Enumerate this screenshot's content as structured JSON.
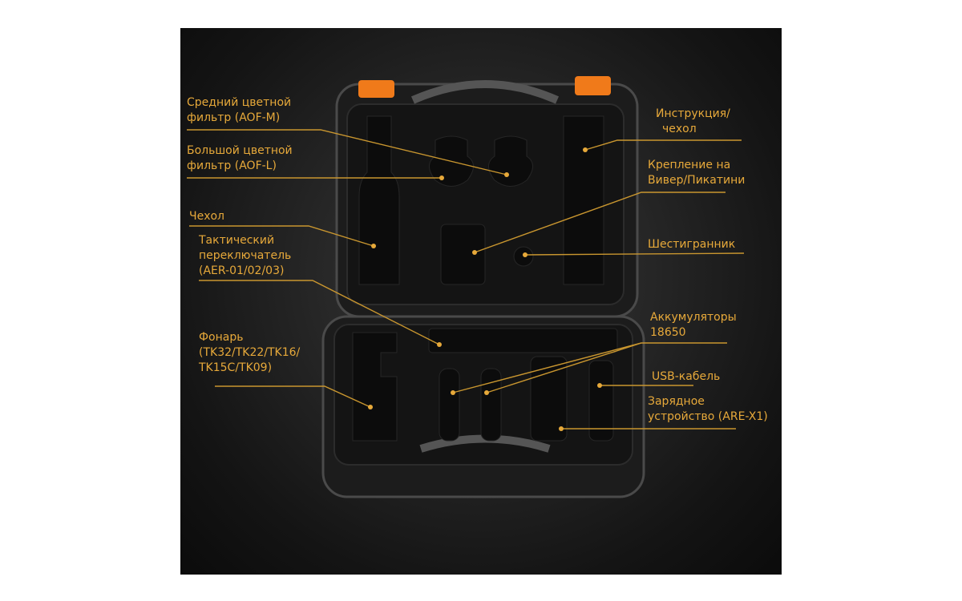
{
  "labels": {
    "medium_filter": [
      "Средний цветной",
      "фильтр (AOF-M)"
    ],
    "large_filter": [
      "Большой цветной",
      "фильтр (AOF-L)"
    ],
    "case_left": [
      "Чехол"
    ],
    "tactical_switch": [
      "Тактический",
      "переключатель",
      "(AER-01/02/03)"
    ],
    "flashlight": [
      "Фонарь",
      "(TK32/TK22/TK16/",
      "TK15C/TK09)"
    ],
    "manual": [
      "Инструкция/",
      "чехол"
    ],
    "mount": [
      "Крепление на",
      "Вивер/Пикатини"
    ],
    "hex_key": [
      "Шестигранник"
    ],
    "batteries": [
      "Аккумуляторы",
      "18650"
    ],
    "usb_cable": [
      "USB-кабель"
    ],
    "charger": [
      "Зарядное",
      "устройство (ARE-X1)"
    ]
  },
  "colors": {
    "accent": "#e7a93a",
    "latch": "#f07a1a"
  }
}
